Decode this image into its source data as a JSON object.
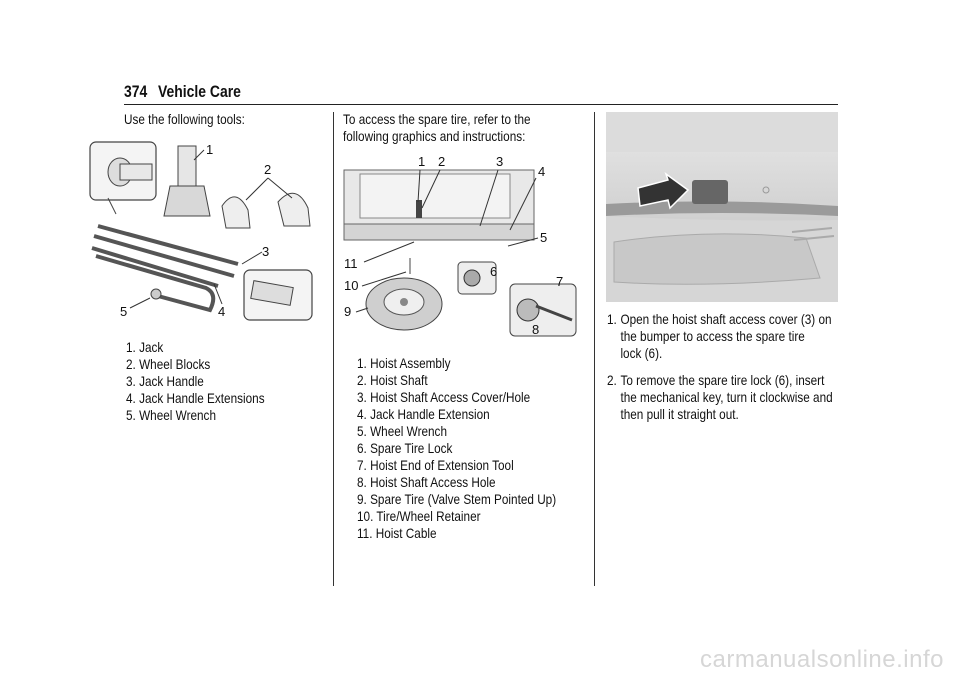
{
  "header": {
    "page_number": "374",
    "section": "Vehicle Care"
  },
  "col1": {
    "intro": "Use the following tools:",
    "figure_callouts": [
      "1",
      "2",
      "3",
      "4",
      "5"
    ],
    "items": [
      "1. Jack",
      "2. Wheel Blocks",
      "3. Jack Handle",
      "4. Jack Handle Extensions",
      "5. Wheel Wrench"
    ]
  },
  "col2": {
    "intro_line1": "To access the spare tire, refer to the",
    "intro_line2": "following graphics and instructions:",
    "figure_callouts": [
      "1",
      "2",
      "3",
      "4",
      "5",
      "6",
      "7",
      "8",
      "9",
      "10",
      "11"
    ],
    "items": [
      "1. Hoist Assembly",
      "2. Hoist Shaft",
      "3. Hoist Shaft Access Cover/Hole",
      "4. Jack Handle Extension",
      "5. Wheel Wrench",
      "6. Spare Tire Lock",
      "7. Hoist End of Extension Tool",
      "8. Hoist Shaft Access Hole",
      "9. Spare Tire (Valve Stem Pointed Up)",
      "10. Tire/Wheel Retainer",
      "11. Hoist Cable"
    ]
  },
  "col3": {
    "steps": [
      {
        "num": "1.",
        "lines": [
          "Open the hoist shaft access cover (3) on",
          "the bumper to access the spare tire",
          "lock (6)."
        ]
      },
      {
        "num": "2.",
        "lines": [
          "To remove the spare tire lock (6), insert",
          "the mechanical key, turn it clockwise and",
          "then pull it straight out."
        ]
      }
    ]
  },
  "watermark": "carmanualsonline.info"
}
